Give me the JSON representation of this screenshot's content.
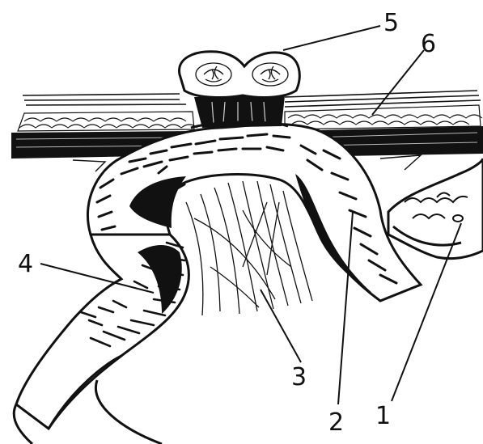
{
  "figure": {
    "colors": {
      "ink": "#111111",
      "paper": "#ffffff"
    },
    "callouts": [
      {
        "id": "label-1",
        "text": "1"
      },
      {
        "id": "label-2",
        "text": "2"
      },
      {
        "id": "label-3",
        "text": "3"
      },
      {
        "id": "label-4",
        "text": "4"
      },
      {
        "id": "label-5",
        "text": "5"
      },
      {
        "id": "label-6",
        "text": "6"
      }
    ]
  }
}
